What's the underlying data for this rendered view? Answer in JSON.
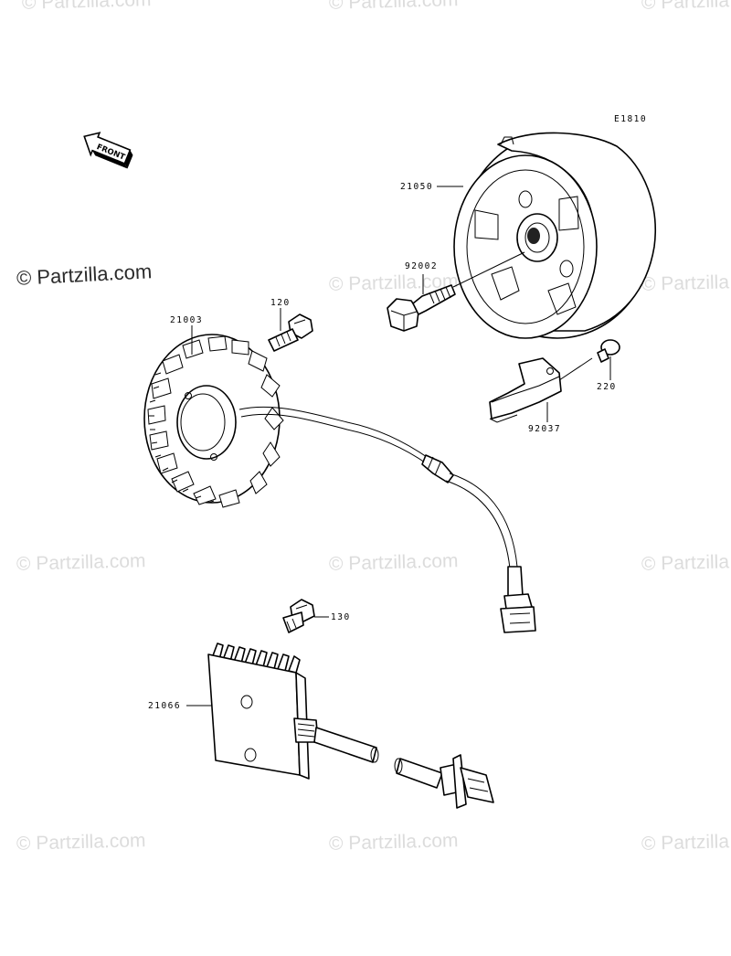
{
  "watermarks": {
    "main": "© Partzilla.com",
    "repeat": "© Partzilla.com"
  },
  "diagram": {
    "code": "E1810",
    "front_label": "FRONT",
    "parts": [
      {
        "number": "21050",
        "name_icon": "flywheel-rotor-icon"
      },
      {
        "number": "92002",
        "name_icon": "flywheel-bolt-icon"
      },
      {
        "number": "120",
        "name_icon": "stator-bolt-icon"
      },
      {
        "number": "21003",
        "name_icon": "stator-coil-icon"
      },
      {
        "number": "220",
        "name_icon": "clamp-screw-icon"
      },
      {
        "number": "92037",
        "name_icon": "wire-clamp-icon"
      },
      {
        "number": "130",
        "name_icon": "regulator-bolt-icon"
      },
      {
        "number": "21066",
        "name_icon": "regulator-rectifier-icon"
      }
    ]
  },
  "colors": {
    "line": "#000000",
    "watermark": "#dcdcdc",
    "background": "#ffffff"
  }
}
